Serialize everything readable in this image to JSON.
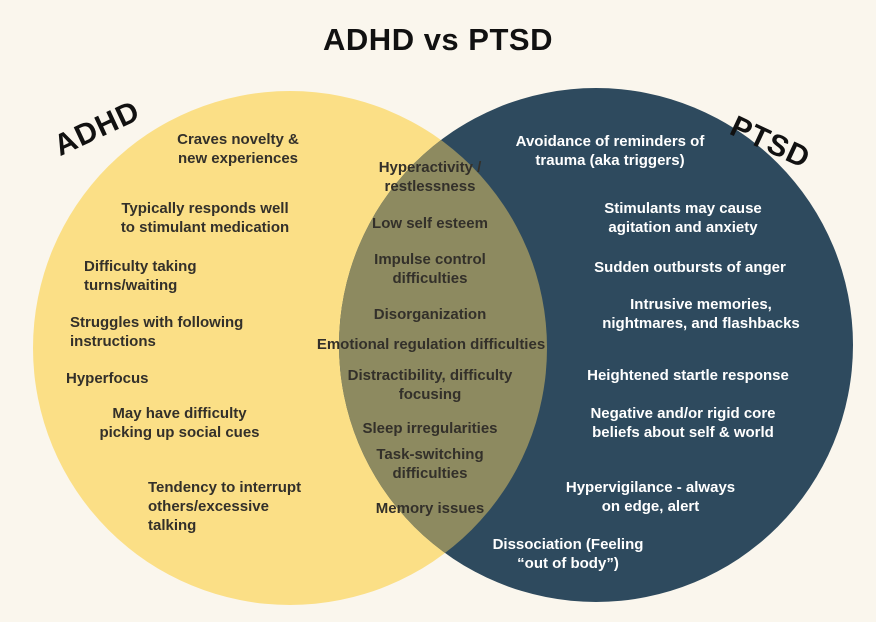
{
  "title": "ADHD vs PTSD",
  "venn": {
    "left_label": "ADHD",
    "right_label": "PTSD",
    "left_items": [
      "Craves novelty &\nnew experiences",
      "Typically responds well\nto stimulant medication",
      "Difficulty taking\nturns/waiting",
      "Struggles with following\ninstructions",
      "Hyperfocus",
      "May have difficulty\npicking up social cues",
      "Tendency to interrupt\nothers/excessive\ntalking"
    ],
    "shared_items": [
      "Hyperactivity /\nrestlessness",
      "Low self esteem",
      "Impulse control\ndifficulties",
      "Disorganization",
      "Emotional regulation difficulties",
      "Distractibility, difficulty\nfocusing",
      "Sleep irregularities",
      "Task-switching\ndifficulties",
      "Memory issues"
    ],
    "right_items": [
      "Avoidance of reminders of\ntrauma (aka triggers)",
      "Stimulants may cause\nagitation and anxiety",
      "Sudden outbursts of anger",
      "Intrusive memories,\nnightmares, and flashbacks",
      "Heightened startle response",
      "Negative and/or rigid core\nbeliefs about self & world",
      "Hypervigilance - always\non edge, alert",
      "Dissociation (Feeling\n“out of body”)"
    ]
  },
  "colors": {
    "background": "#faf6ed",
    "left_circle": "#fbdf86",
    "right_circle": "#2e4a5e",
    "overlap": "#8d8a60",
    "left_text": "#33302a",
    "right_text": "#ffffff",
    "title_text": "#111111"
  }
}
